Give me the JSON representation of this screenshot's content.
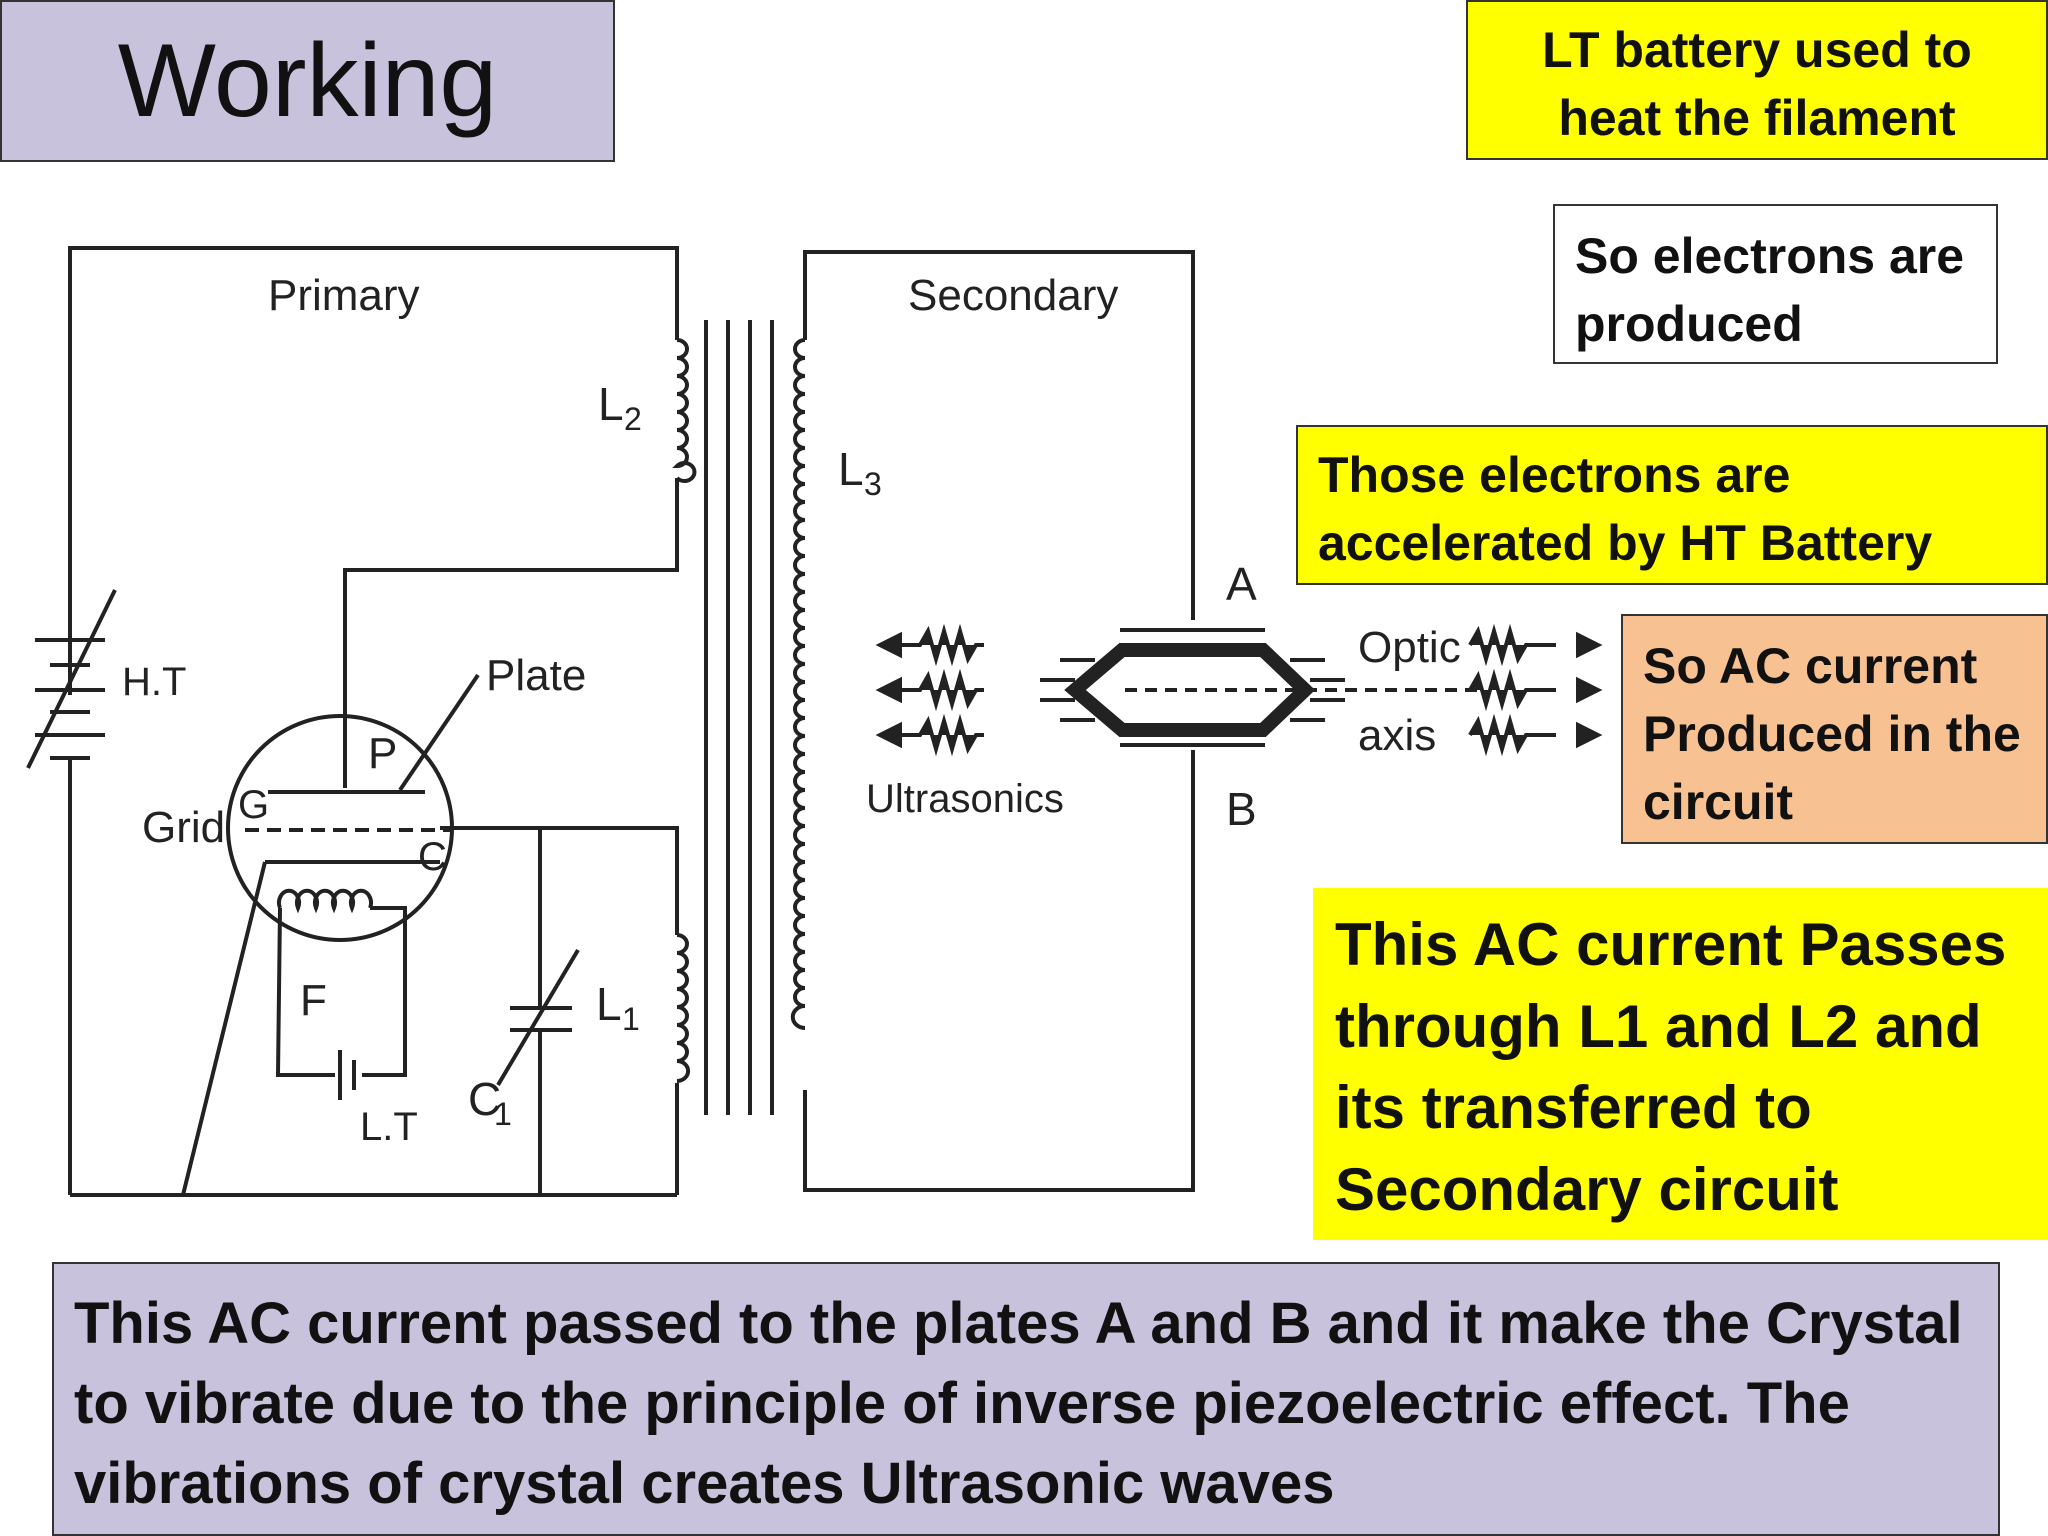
{
  "title": "Working",
  "notes": {
    "lt_battery": "LT battery used to heat the filament",
    "electrons_produced": "So electrons are produced",
    "accelerated": "Those electrons are accelerated by HT Battery",
    "ac_produced": "So AC current Produced in the circuit",
    "passes_through": "This AC current Passes through L1 and L2 and its transferred to Secondary circuit"
  },
  "summary": "This AC current passed to the plates A and B and it make the Crystal to vibrate due to the principle of inverse piezoelectric effect. The vibrations of crystal creates Ultrasonic waves",
  "diagram": {
    "primary": "Primary",
    "secondary": "Secondary",
    "l2": "L",
    "l2_sub": "2",
    "l3": "L",
    "l3_sub": "3",
    "l1": "L",
    "l1_sub": "1",
    "c1": "C",
    "c1_sub": "1",
    "ht": "H.T",
    "plate": "Plate",
    "p": "P",
    "g": "G",
    "grid": "Grid",
    "c": "C",
    "f": "F",
    "lt": "L.T",
    "a": "A",
    "b": "B",
    "optic": "Optic",
    "axis": "axis",
    "ultrasonics": "Ultrasonics"
  },
  "colors": {
    "title_bg": "#c9c2dd",
    "yellow": "#ffff00",
    "orange": "#f8c191",
    "summary_bg": "#c9c2dd"
  }
}
